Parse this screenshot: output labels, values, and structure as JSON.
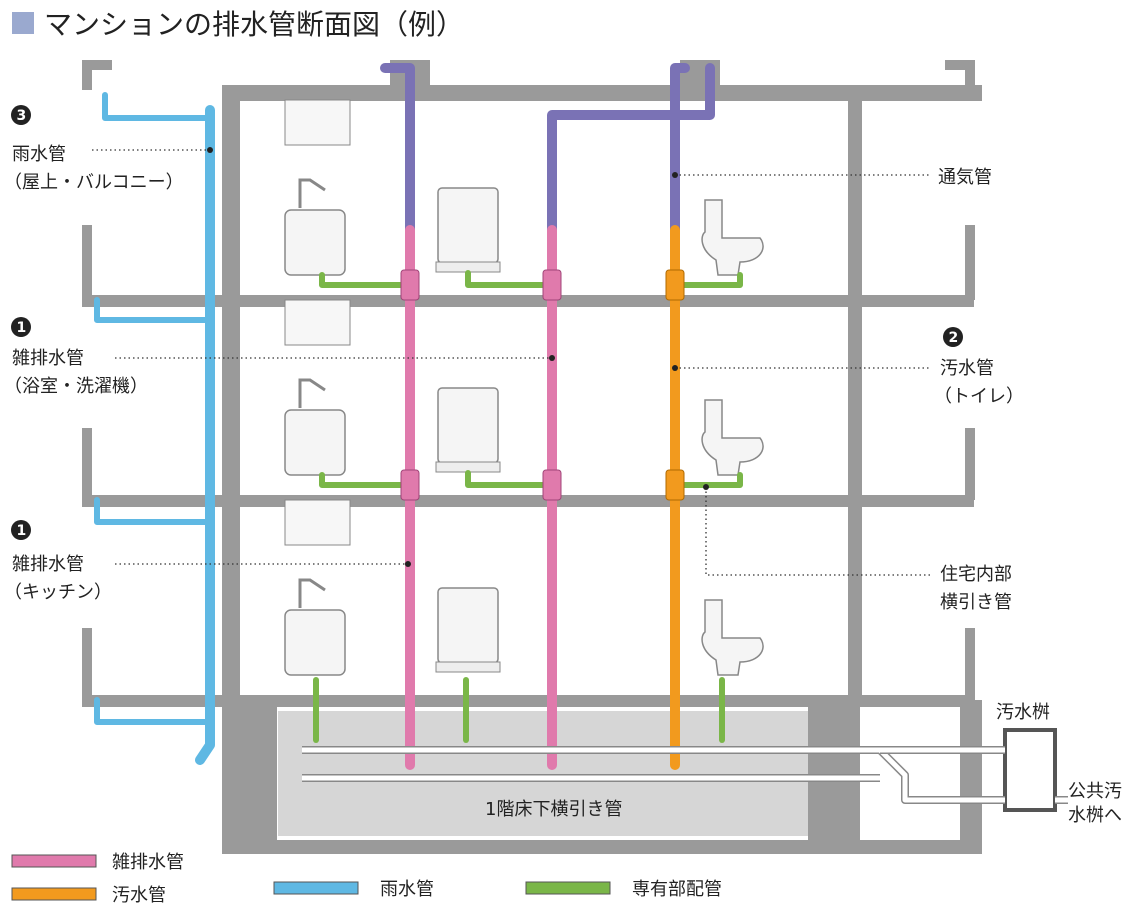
{
  "title": "マンションの排水管断面図（例）",
  "colors": {
    "structure": "#9a9a9a",
    "title_square": "#9aa9cf",
    "rain": "#5fb8e3",
    "misc": "#e07aac",
    "sewage": "#f29a1e",
    "vent": "#7a72b5",
    "private": "#7ab648",
    "under_floor_area": "#d6d6d6"
  },
  "labels": {
    "rain": {
      "num": "3",
      "line1": "雨水管",
      "line2": "（屋上・バルコニー）"
    },
    "misc_bath": {
      "num": "1",
      "line1": "雑排水管",
      "line2": "（浴室・洗濯機）"
    },
    "misc_kitchen": {
      "num": "1",
      "line1": "雑排水管",
      "line2": "（キッチン）"
    },
    "vent": {
      "line1": "通気管"
    },
    "sewage": {
      "num": "2",
      "line1": "汚水管",
      "line2": "（トイレ）"
    },
    "horizontal": {
      "line1": "住宅内部",
      "line2": "横引き管"
    },
    "sewage_pit": "汚水桝",
    "public_pit": {
      "line1": "公共汚",
      "line2": "水桝へ"
    },
    "under_floor": "1階床下横引き管"
  },
  "legend": [
    {
      "name": "雑排水管",
      "color": "#e07aac"
    },
    {
      "name": "汚水管",
      "color": "#f29a1e"
    },
    {
      "name": "雨水管",
      "color": "#5fb8e3"
    },
    {
      "name": "専有部配管",
      "color": "#7ab648"
    }
  ]
}
